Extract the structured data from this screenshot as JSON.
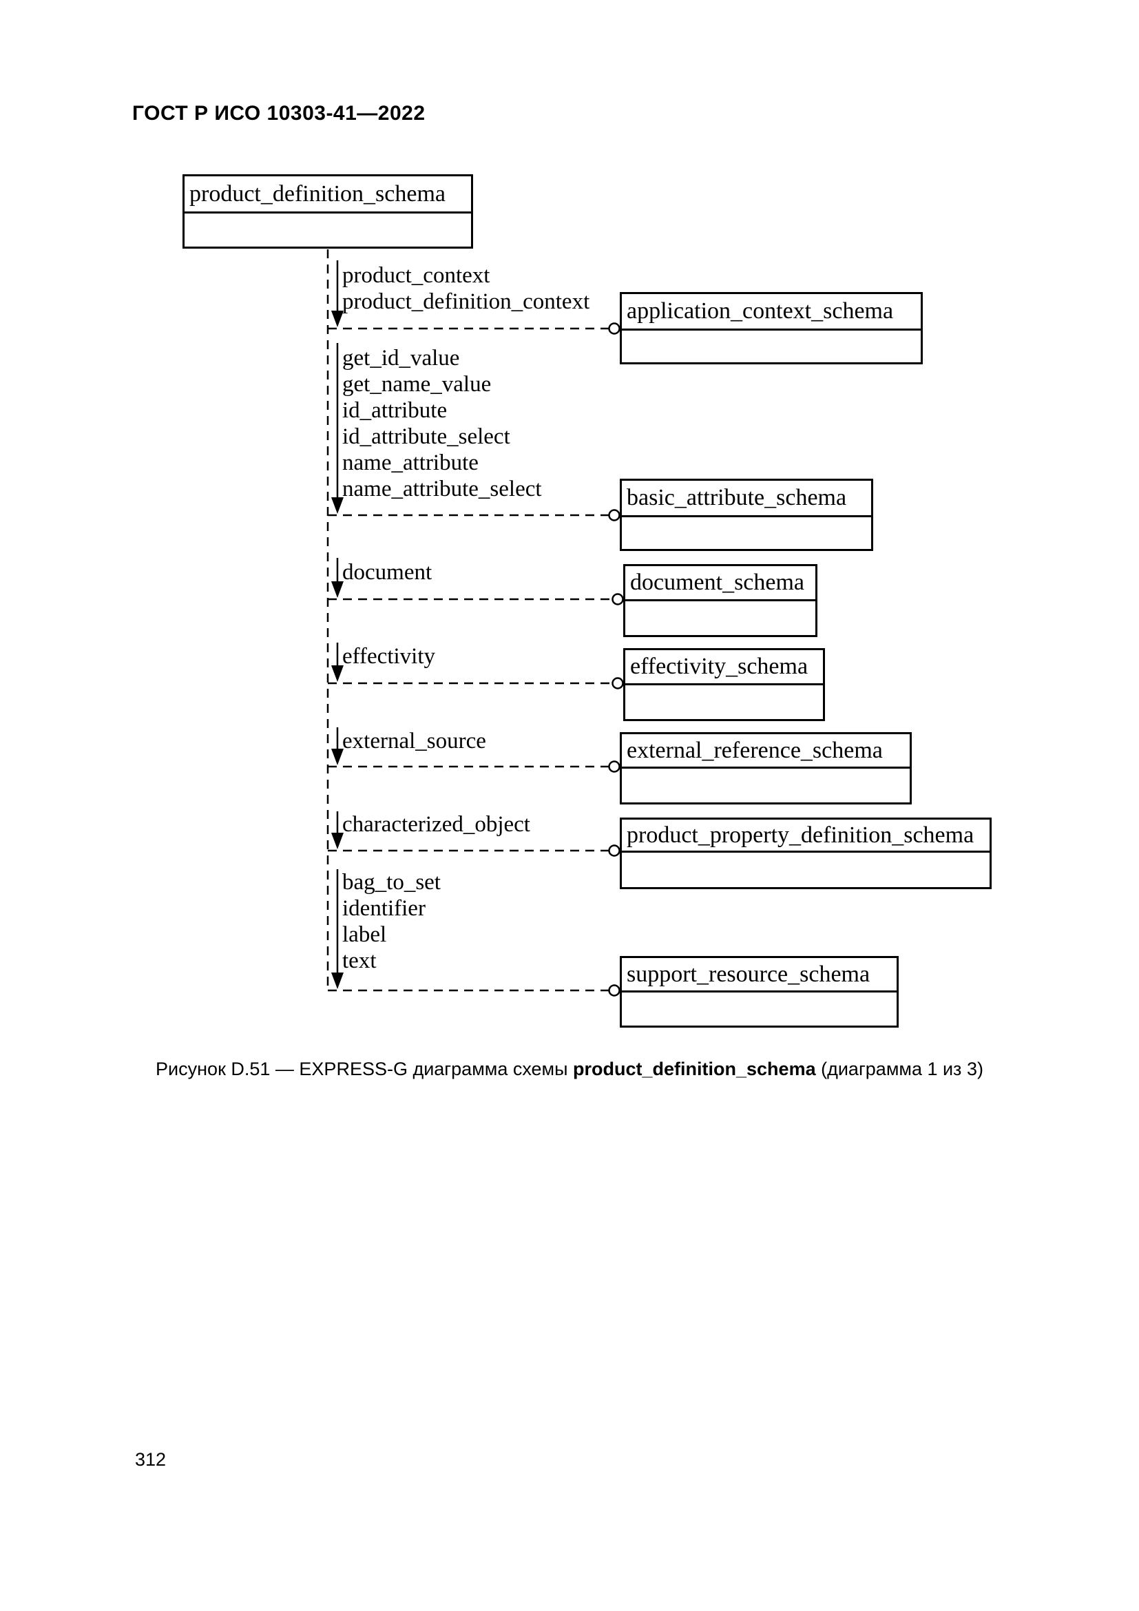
{
  "page": {
    "header": "ГОСТ Р ИСО 10303-41—2022",
    "page_number": "312"
  },
  "diagram": {
    "type": "express-g-schema-diagram",
    "source_schema": "product_definition_schema",
    "relations": [
      {
        "labels": [
          "product_context",
          "product_definition_context"
        ],
        "target": "application_context_schema"
      },
      {
        "labels": [
          "get_id_value",
          "get_name_value",
          "id_attribute",
          "id_attribute_select",
          "name_attribute",
          "name_attribute_select"
        ],
        "target": "basic_attribute_schema"
      },
      {
        "labels": [
          "document"
        ],
        "target": "document_schema"
      },
      {
        "labels": [
          "effectivity"
        ],
        "target": "effectivity_schema"
      },
      {
        "labels": [
          "external_source"
        ],
        "target": "external_reference_schema"
      },
      {
        "labels": [
          "characterized_object"
        ],
        "target": "product_property_definition_schema"
      },
      {
        "labels": [
          "bag_to_set",
          "identifier",
          "label",
          "text"
        ],
        "target": "support_resource_schema"
      }
    ]
  },
  "caption": {
    "prefix": "Рисунок D.51 — EXPRESS-G диаграмма схемы ",
    "schema": "product_definition_schema",
    "suffix": " (диаграмма 1 из 3)"
  },
  "colors": {
    "ink": "#000000",
    "paper": "#ffffff"
  }
}
